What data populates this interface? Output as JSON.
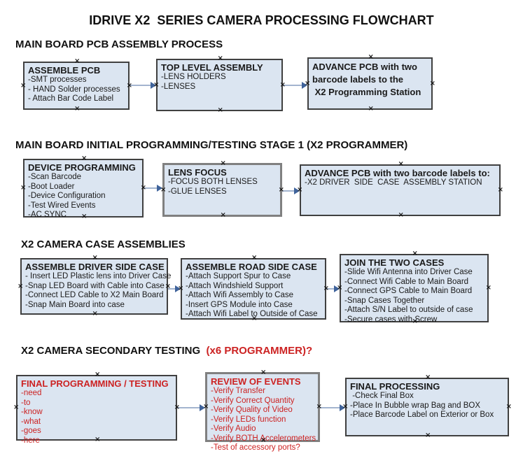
{
  "title": "IDRIVE X2  SERIES CAMERA PROCESSING FLOWCHART",
  "colors": {
    "box_fill": "#dbe5f1",
    "border_dark": "#404040",
    "border_gray": "#808080",
    "arrow_line": "#a3b4cf",
    "arrow_head": "#3f639b",
    "red_text": "#cc2222"
  },
  "icons": {
    "connection_handle": "×"
  },
  "headings": {
    "section1": "MAIN BOARD PCB ASSEMBLY PROCESS",
    "section2": "MAIN BOARD INITIAL PROGRAMMING/TESTING STAGE 1 (X2 PROGRAMMER)",
    "section3": "X2 CAMERA CASE ASSEMBLIES",
    "section4_black": "X2 CAMERA SECONDARY TESTING ",
    "section4_red": " (x6 PROGRAMMER)?"
  },
  "boxes": {
    "assemble_pcb": {
      "title": "ASSEMBLE PCB",
      "items": [
        "-SMT processes",
        "- HAND Solder processes",
        "- Attach Bar Code Label"
      ]
    },
    "top_level_assembly": {
      "title": "TOP LEVEL ASSEMBLY",
      "items": [
        "-LENS HOLDERS",
        "-LENSES"
      ]
    },
    "advance_pcb_station": {
      "lines": [
        "ADVANCE PCB with two",
        "barcode labels to the",
        " X2 Programming Station"
      ]
    },
    "device_programming": {
      "title": "DEVICE PROGRAMMING",
      "items": [
        "-Scan Barcode",
        "-Boot Loader",
        "-Device Configuration",
        "-Test Wired Events",
        "-AC SYNC"
      ]
    },
    "lens_focus": {
      "title": "LENS FOCUS",
      "items": [
        "-FOCUS BOTH LENSES",
        "-GLUE LENSES"
      ]
    },
    "advance_pcb_driver": {
      "title": "ADVANCE PCB with two barcode labels to:",
      "items": [
        "-X2 DRIVER  SIDE  CASE  ASSEMBLY STATION"
      ]
    },
    "driver_side_case": {
      "title": "ASSEMBLE DRIVER SIDE CASE",
      "items": [
        "- Insert LED Plastic lens into Driver Case",
        "-Snap LED Board with Cable into Case",
        "-Connect LED Cable to X2 Main Board",
        "-Snap Main Board into case"
      ]
    },
    "road_side_case": {
      "title": "ASSEMBLE ROAD SIDE CASE",
      "items": [
        "-Attach Support Spur to Case",
        "-Attach Windshield Support",
        "-Attach Wifi Assembly to Case",
        "-Insert GPS Module into Case",
        "-Attach Wifi Label to Outside of Case"
      ]
    },
    "join_cases": {
      "title": "JOIN THE TWO CASES",
      "items": [
        "-Slide Wifi Antenna into Driver Case",
        "-Connect Wifi Cable to Main Board",
        "-Connect GPS Cable to Main Board",
        "-Snap Cases Together",
        "-Attach S/N Label to outside of case",
        "-Secure cases with Screw"
      ]
    },
    "final_programming": {
      "title": "FINAL PROGRAMMING / TESTING",
      "items": [
        "-need",
        "-to",
        "-know",
        "-what",
        "-goes",
        "-here"
      ]
    },
    "review_of_events": {
      "title": "REVIEW OF EVENTS",
      "items": [
        "-Verify Transfer",
        "-Verify Correct Quantity",
        "-Verify Quality of Video",
        "-Verify LEDs function",
        "-Verify Audio",
        "-Verify BOTH Accelerometers",
        "-Test of accessory ports?"
      ]
    },
    "final_processing": {
      "title": "FINAL PROCESSING",
      "items": [
        " -Check Final Box",
        "-Place In Bubble wrap Bag and BOX",
        "-Place Barcode Label on Exterior or Box"
      ]
    }
  }
}
